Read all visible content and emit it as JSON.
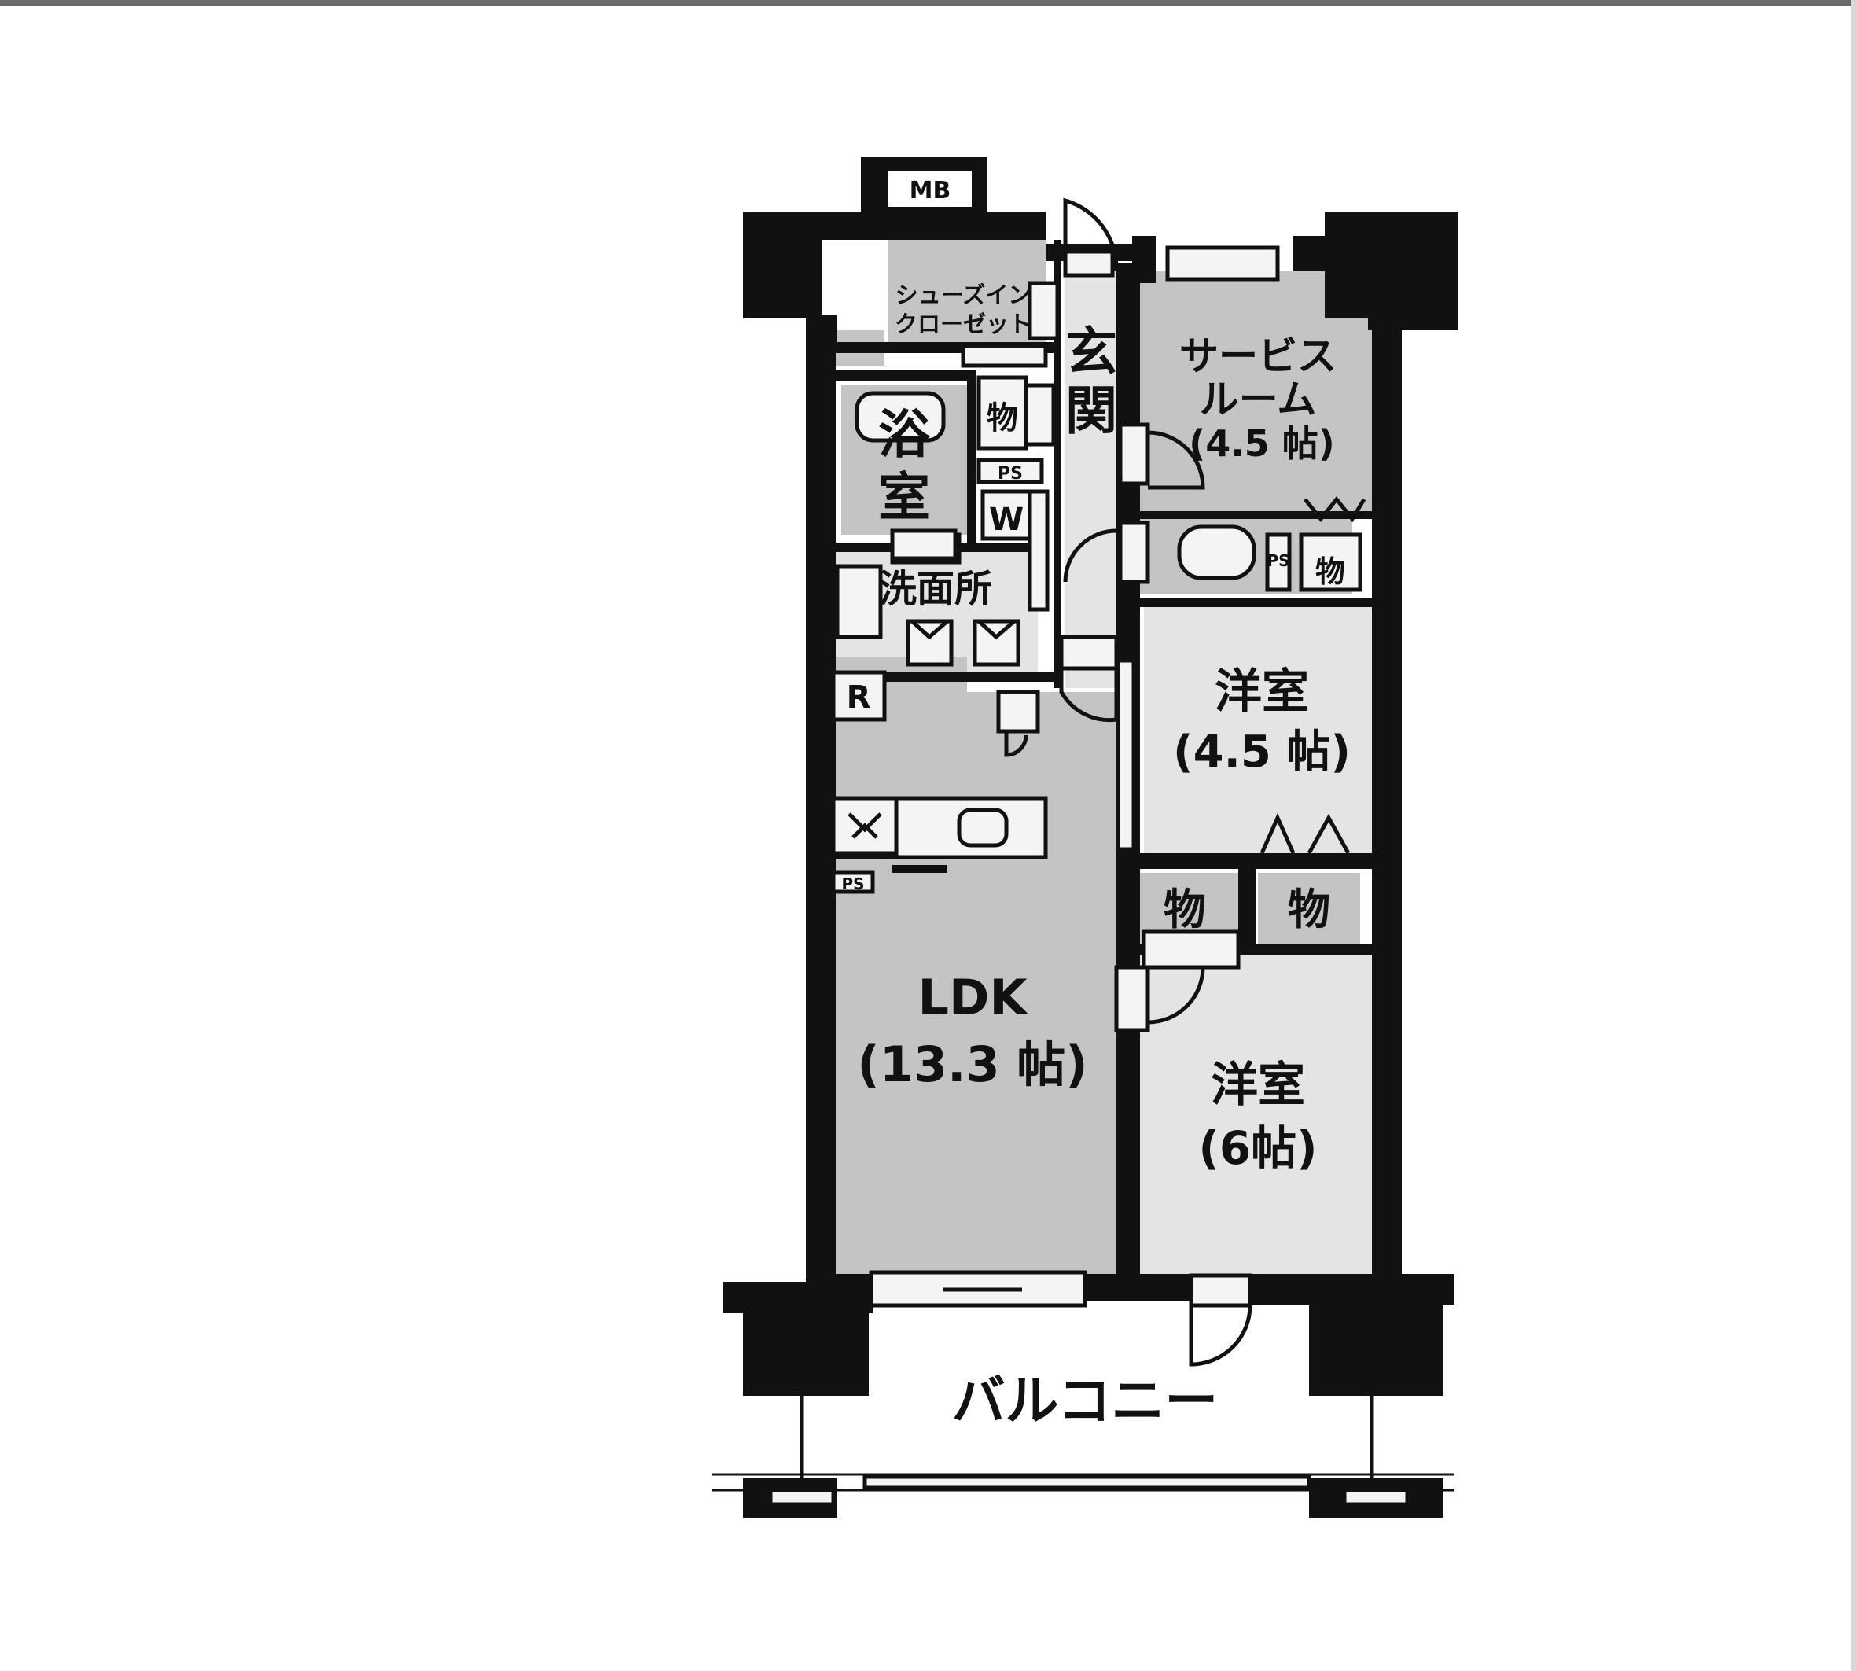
{
  "floorplan": {
    "meter_box": "MB",
    "shoe_closet_line1": "シューズイン",
    "shoe_closet_line2": "クローゼット",
    "entrance_char1": "玄",
    "entrance_char2": "関",
    "bath_char1": "浴",
    "bath_char2": "室",
    "storage": "物",
    "pipe_space": "PS",
    "toilet": "W",
    "washroom": "洗面所",
    "refrigerator": "R",
    "service_room_line1": "サービス",
    "service_room_line2": "ルーム",
    "service_room_size": "(4.5 帖)",
    "western_room": "洋室",
    "western_room_a_size": "(4.5 帖)",
    "western_room_b_size": "(6帖)",
    "ldk_label": "LDK",
    "ldk_size": "(13.3 帖)",
    "balcony": "バルコニー"
  }
}
